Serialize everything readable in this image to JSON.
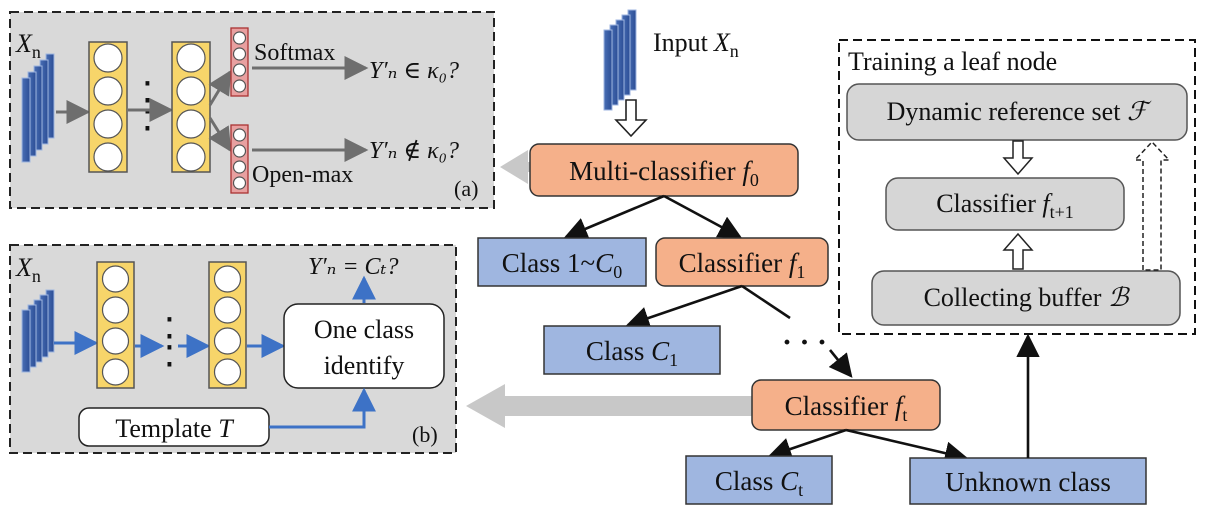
{
  "input": {
    "label": "Input",
    "var": "X",
    "sub": "n"
  },
  "panel_a": {
    "xn_var": "X",
    "xn_sub": "n",
    "softmax_label": "Softmax",
    "openmax_label": "Open-max",
    "out_in": "Y′ₙ ∈ κ₀?",
    "out_notin": "Y′ₙ ∉ κ₀?",
    "tag": "(a)"
  },
  "panel_b": {
    "xn_var": "X",
    "xn_sub": "n",
    "output": "Y′ₙ = Cₜ?",
    "one_class_line1": "One class",
    "one_class_line2": "identify",
    "template_label": "Template ",
    "template_var": "T",
    "tag": "(b)"
  },
  "tree": {
    "multi_classifier": {
      "text": "Multi-classifier ",
      "var": "f",
      "sub": "0"
    },
    "class_1_c0": {
      "text": "Class 1~",
      "var": "C",
      "sub": "0"
    },
    "classifier_f1": {
      "text": "Classifier ",
      "var": "f",
      "sub": "1"
    },
    "class_c1": {
      "text": "Class ",
      "var": "C",
      "sub": "1"
    },
    "classifier_ft": {
      "text": "Classifier ",
      "var": "f",
      "sub": "t"
    },
    "class_ct": {
      "text": "Class ",
      "var": "C",
      "sub": "t"
    },
    "unknown_class": "Unknown class"
  },
  "leaf_panel": {
    "title": "Training a leaf node",
    "reference_set": "Dynamic reference set ",
    "reference_var": "ℱ",
    "classifier_text": "Classifier ",
    "classifier_var": "f",
    "classifier_sub": "t+1",
    "buffer_text": "Collecting buffer ",
    "buffer_var": "ℬ"
  },
  "colors": {
    "orange": "#f5b08a",
    "blue": "#9fb6e0",
    "gray": "#d6d6d6",
    "panel_bg": "#d9d9d9",
    "layer_yellow": "#f7d56a",
    "out_red": "#e8a0a0",
    "arrow_blue": "#3d72c6",
    "big_arrow": "#c8c8c8"
  }
}
